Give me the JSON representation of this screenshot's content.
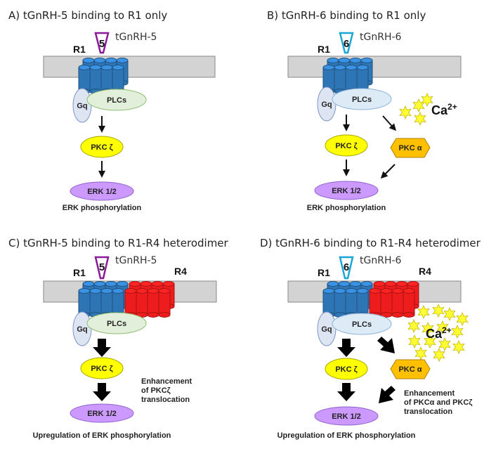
{
  "panels": {
    "a": {
      "title": "A) tGnRH-5 binding to R1 only",
      "ligand": "tGnRH-5",
      "ligand_number": "5",
      "result": "ERK phosphorylation"
    },
    "b": {
      "title": "B) tGnRH-6 binding to R1 only",
      "ligand": "tGnRH-6",
      "ligand_number": "6",
      "result": "ERK phosphorylation"
    },
    "c": {
      "title": "C) tGnRH-5 binding to R1-R4 heterodimer",
      "ligand": "tGnRH-5",
      "ligand_number": "5",
      "result": "Upregulation of ERK phosphorylation",
      "note_lines": [
        "Enhancement",
        "of PKCζ",
        "translocation"
      ]
    },
    "d": {
      "title": "D) tGnRH-6 binding to R1-R4 heterodimer",
      "ligand": "tGnRH-6",
      "ligand_number": "6",
      "result": "Upregulation of ERK phosphorylation",
      "note_lines": [
        "Enhancement",
        "of PKCα and PKCζ",
        "translocation"
      ]
    }
  },
  "labels": {
    "r1": "R1",
    "r4": "R4",
    "gq": "Gq",
    "plc": "PLCs",
    "pkc_zeta": "PKC ζ",
    "pkc_alpha": "PKC α",
    "erk": "ERK 1/2",
    "ca": "Ca",
    "ca_charge": "2+"
  },
  "colors": {
    "membrane": "#d3d3d3",
    "r1_receptor": "#2e75b6",
    "r4_receptor": "#ee1c1c",
    "tgnrh5_outline": "#8b1a9b",
    "tgnrh6_outline": "#1ba6d8",
    "gq": "#dde4f2",
    "plc_r1_only": "#e2efda",
    "plc_active": "#ddebf7",
    "pkc_zeta": "#ffff00",
    "pkc_alpha": "#ffc000",
    "erk": "#cc99ff",
    "calcium": "#ffff33"
  }
}
